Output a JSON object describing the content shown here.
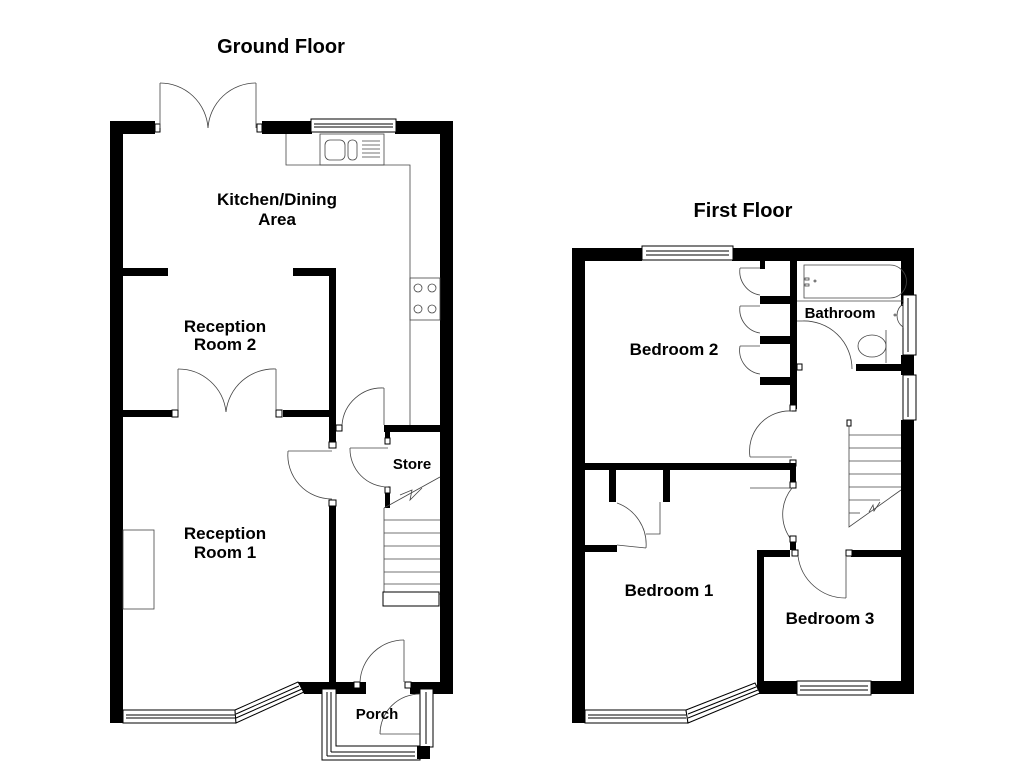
{
  "floors": [
    {
      "title": "Ground Floor",
      "rooms": [
        {
          "name": "Kitchen/Dining",
          "name2": "Area"
        },
        {
          "name": "Reception",
          "name2": "Room 2"
        },
        {
          "name": "Reception",
          "name2": "Room 1"
        },
        {
          "name": "Store"
        },
        {
          "name": "Porch"
        }
      ]
    },
    {
      "title": "First Floor",
      "rooms": [
        {
          "name": "Bedroom 2"
        },
        {
          "name": "Bathroom"
        },
        {
          "name": "Bedroom 1"
        },
        {
          "name": "Bedroom 3"
        }
      ]
    }
  ],
  "colors": {
    "wall": "#000000",
    "background": "#ffffff"
  }
}
